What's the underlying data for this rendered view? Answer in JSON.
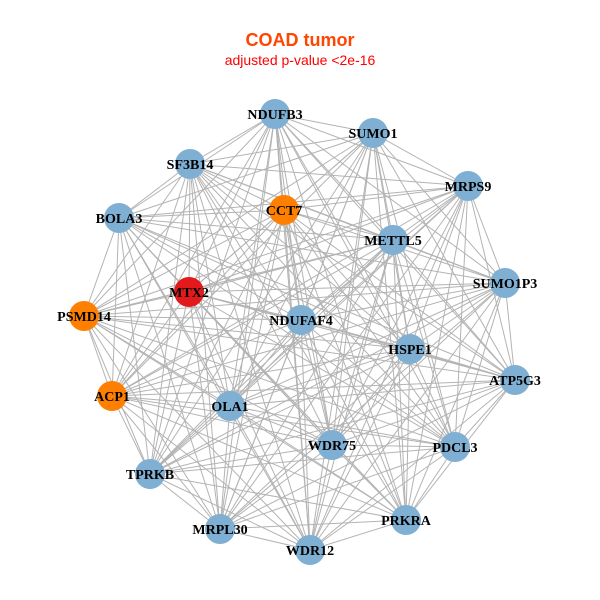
{
  "title": "COAD tumor",
  "subtitle": "adjusted p-value <2e-16",
  "colors": {
    "default": "#7fafd2",
    "highlight": "#ff7f00",
    "target": "#e31a1c",
    "edge": "#b3b3b3"
  },
  "nodes": [
    {
      "id": "NDUFB3",
      "group": "default"
    },
    {
      "id": "SUMO1",
      "group": "default"
    },
    {
      "id": "SF3B14",
      "group": "default"
    },
    {
      "id": "MRPS9",
      "group": "default"
    },
    {
      "id": "BOLA3",
      "group": "default"
    },
    {
      "id": "CCT7",
      "group": "highlight"
    },
    {
      "id": "METTL5",
      "group": "default"
    },
    {
      "id": "SUMO1P3",
      "group": "default"
    },
    {
      "id": "MTX2",
      "group": "target"
    },
    {
      "id": "PSMD14",
      "group": "highlight"
    },
    {
      "id": "NDUFAF4",
      "group": "default"
    },
    {
      "id": "HSPE1",
      "group": "default"
    },
    {
      "id": "ATP5G3",
      "group": "default"
    },
    {
      "id": "ACP1",
      "group": "highlight"
    },
    {
      "id": "OLA1",
      "group": "default"
    },
    {
      "id": "WDR75",
      "group": "default"
    },
    {
      "id": "PDCL3",
      "group": "default"
    },
    {
      "id": "TPRKB",
      "group": "default"
    },
    {
      "id": "MRPL30",
      "group": "default"
    },
    {
      "id": "PRKRA",
      "group": "default"
    },
    {
      "id": "WDR12",
      "group": "default"
    }
  ],
  "edges": "all-pairs"
}
